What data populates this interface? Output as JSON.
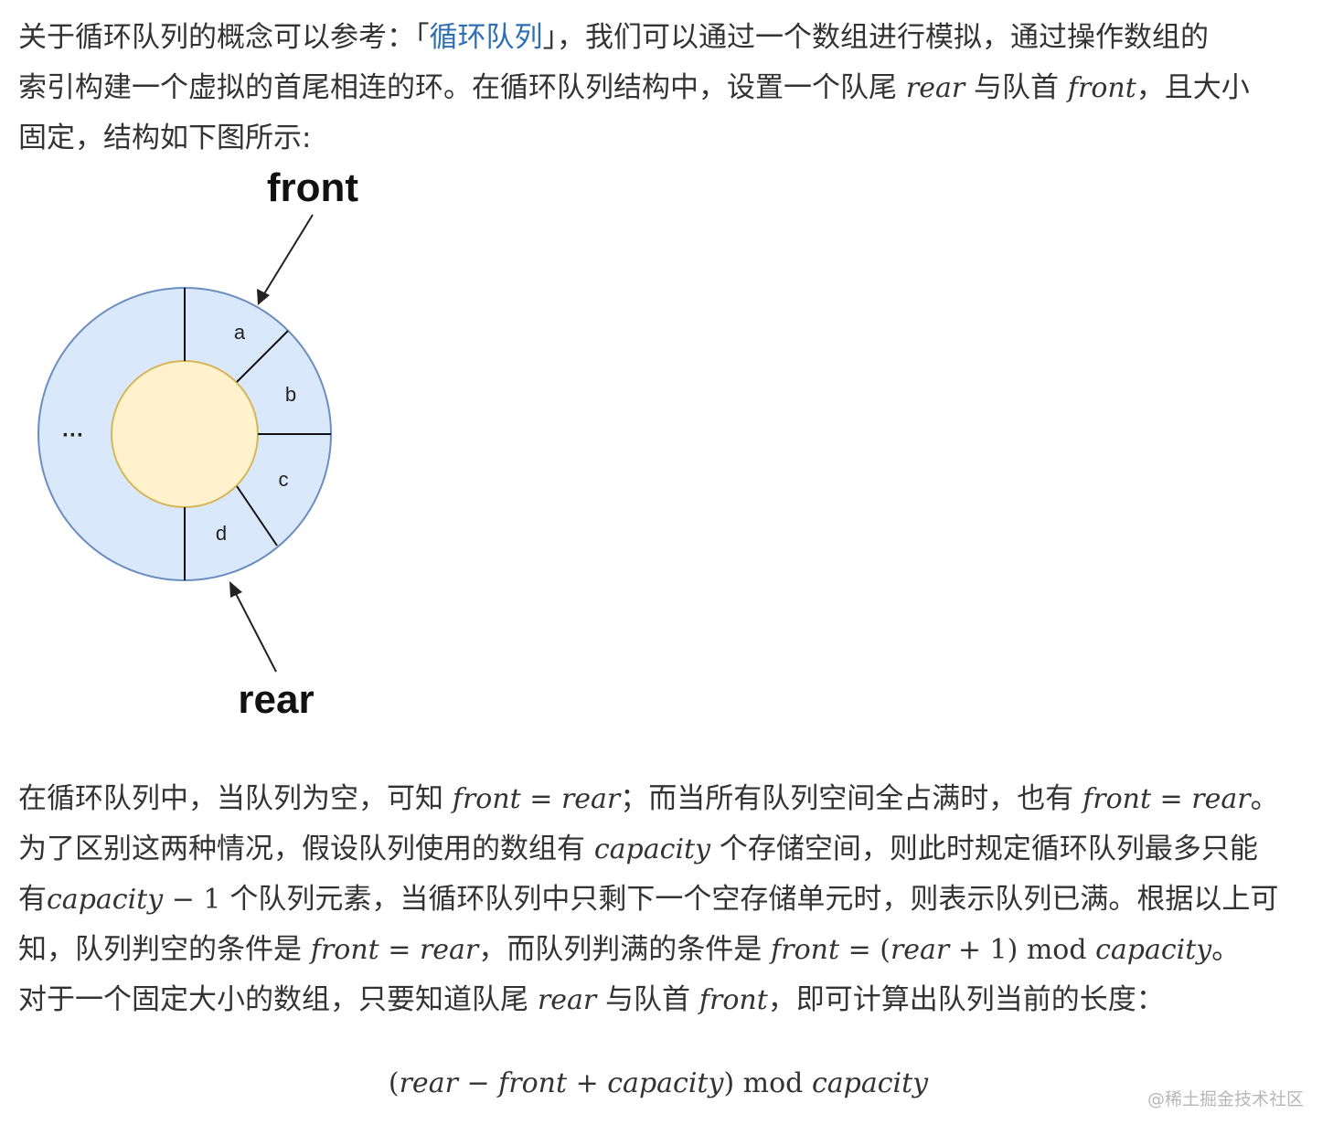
{
  "intro": {
    "line1_a": "关于循环队列的概念可以参考：「",
    "line1_link": "循环队列",
    "line1_b": "」，我们可以通过一个数组进行模拟，通过操作数组的",
    "line2_a": "索引构建一个虚拟的首尾相连的环。在循环队列结构中，设置一个队尾",
    "rear": "rear",
    "line2_b": "与队首",
    "front": "front",
    "line2_c": "，且大小",
    "line3": "固定，结构如下图所示:"
  },
  "diagram": {
    "front_label": "front",
    "rear_label": "rear",
    "cells": [
      "a",
      "b",
      "c",
      "d"
    ],
    "ellipsis": "···",
    "colors": {
      "ring": "#dae8fc",
      "ring_stroke": "#6c8ebf",
      "inner": "#fff2cc",
      "inner_stroke": "#d6b656"
    }
  },
  "body": {
    "s1": "在循环队列中，当队列为空，可知",
    "eq_front_rear": "front = rear",
    "s2": "；而当所有队列空间全占满时，也有",
    "s3": "。",
    "s4": "为了区别这两种情况，假设队列使用的数组有",
    "capacity": "capacity",
    "s5": "个存储空间，则此时规定循环队列最多只能",
    "s6": "有",
    "cap_minus_1": "capacity",
    "minus_one": " − 1",
    "s7": "个队列元素，当循环队列中只剩下一个空存储单元时，则表示队列已满。根据以上可",
    "s8": "知，队列判空的条件是",
    "s9": "，而队列判满的条件是",
    "full_a": "front",
    "full_b": " = (",
    "full_c": "rear",
    "full_d": " + 1) mod ",
    "full_e": "capacity",
    "s10": "。",
    "s11": "对于一个固定大小的数组，只要知道队尾",
    "s12": "与队首",
    "s13": "，即可计算出队列当前的长度："
  },
  "formula": {
    "p1": "(",
    "rear": "rear",
    "minus": " − ",
    "front": "front",
    "plus": " + ",
    "capacity": "capacity",
    "p2": ") mod ",
    "capacity2": "capacity"
  },
  "watermark": "@稀土掘金技术社区"
}
